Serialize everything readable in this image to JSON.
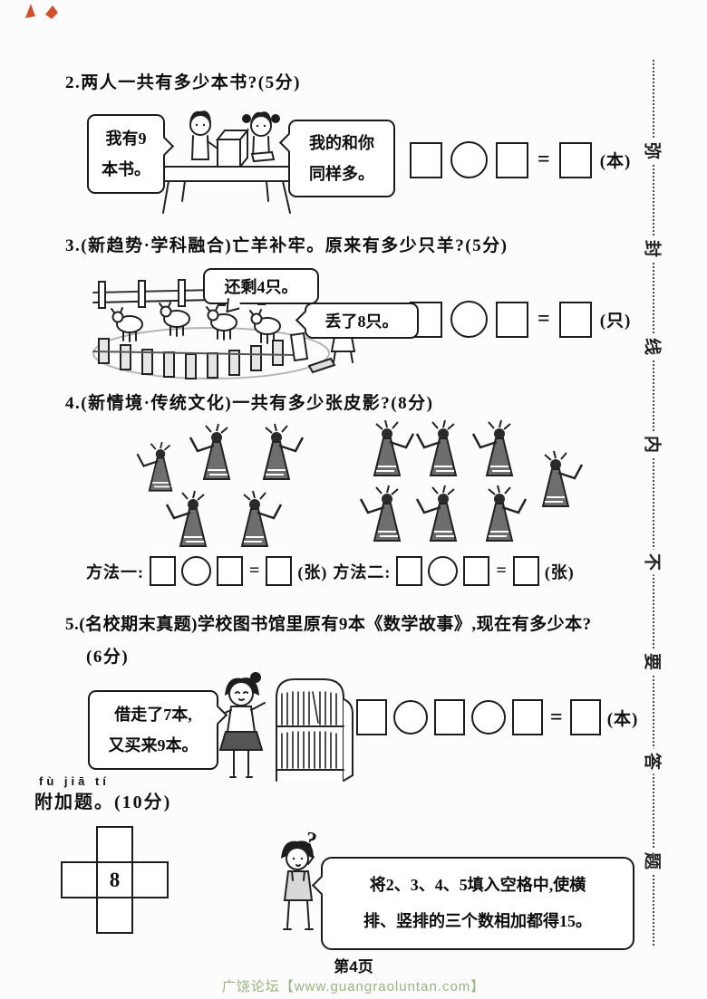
{
  "page": {
    "page_number": "第4页",
    "watermark": "广饶论坛【www.guangraoluntan.com】",
    "watermark_color": "#96b57d",
    "accent_red": "#d4502a",
    "ink_color": "#111111"
  },
  "seal": {
    "chars": [
      "弥",
      "封",
      "线",
      "内",
      "不",
      "要",
      "答",
      "题"
    ]
  },
  "symbols": {
    "equals": "="
  },
  "q2": {
    "title": "2.两人一共有多少本书?(5分)",
    "bubble_left_line1": "我有9",
    "bubble_left_line2": "本书。",
    "bubble_right_line1": "我的和你",
    "bubble_right_line2": "同样多。",
    "unit": "(本)"
  },
  "q3": {
    "title": "3.(新趋势·学科融合)亡羊补牢。原来有多少只羊?(5分)",
    "bubble_top": "还剩4只。",
    "bubble_right": "丢了8只。",
    "unit": "(只)"
  },
  "q4": {
    "title": "4.(新情境·传统文化)一共有多少张皮影?(8分)",
    "method1_label": "方法一:",
    "method2_label": "方法二:",
    "unit": "(张)",
    "left_group_count": 5,
    "right_group_count": 7
  },
  "q5": {
    "title_line1": "5.(名校期末真题)学校图书馆里原有9本《数学故事》,现在有多少本?",
    "title_line2": "(6分)",
    "bubble_line1": "借走了7本,",
    "bubble_line2": "又买来9本。",
    "unit": "(本)"
  },
  "bonus": {
    "pinyin": "fù jiā tí",
    "title": "附加题。(10分)",
    "center_value": "8",
    "question_mark": "?",
    "instruction_line1": "将2、3、4、5填入空格中,使横",
    "instruction_line2": "排、竖排的三个数相加都得15。"
  }
}
